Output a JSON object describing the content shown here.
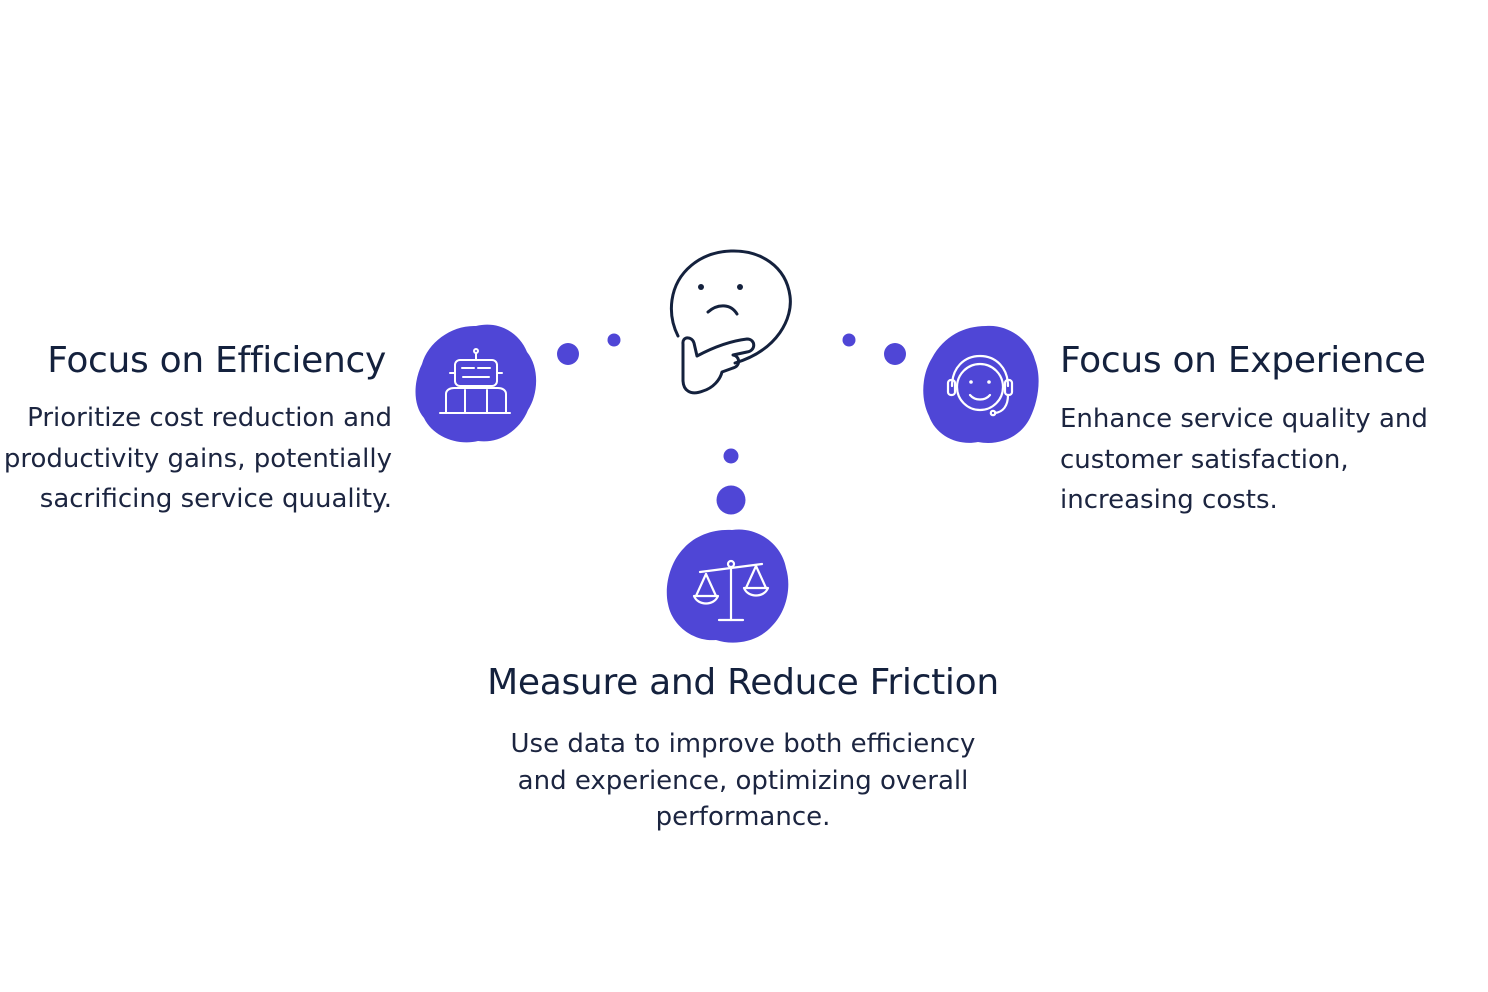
{
  "colors": {
    "accent": "#4f46d6",
    "text": "#14213d",
    "icon_stroke": "#ffffff"
  },
  "center": {
    "icon": "thinking-face-icon"
  },
  "efficiency": {
    "title": "Focus on Efficiency",
    "lines": [
      "Prioritize cost reduction and",
      "productivity gains, potentially",
      "sacrificing service quuality."
    ],
    "icon": "robot-icon"
  },
  "experience": {
    "title": "Focus on Experience",
    "lines": [
      "Enhance service quality and",
      "customer satisfaction,",
      "increasing costs."
    ],
    "icon": "headset-agent-icon"
  },
  "friction": {
    "title": "Measure and Reduce Friction",
    "lines": [
      "Use data to improve both efficiency",
      "and experience, optimizing overall",
      "performance."
    ],
    "icon": "balance-scale-icon"
  }
}
